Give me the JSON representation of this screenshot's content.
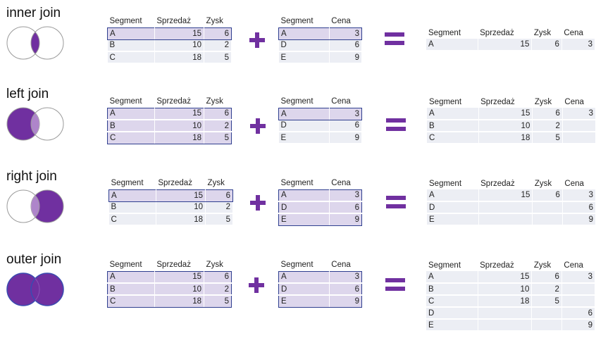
{
  "joins": [
    {
      "title": "inner join",
      "result": {
        "headers": [
          "Segment",
          "Sprzedaż",
          "Zysk",
          "Cena"
        ],
        "rows": [
          [
            "A",
            "15",
            "6",
            "3"
          ]
        ]
      }
    },
    {
      "title": "left join",
      "result": {
        "headers": [
          "Segment",
          "Sprzedaż",
          "Zysk",
          "Cena"
        ],
        "rows": [
          [
            "A",
            "15",
            "6",
            "3"
          ],
          [
            "B",
            "10",
            "2",
            ""
          ],
          [
            "C",
            "18",
            "5",
            ""
          ]
        ]
      }
    },
    {
      "title": "right join",
      "result": {
        "headers": [
          "Segment",
          "Sprzedaż",
          "Zysk",
          "Cena"
        ],
        "rows": [
          [
            "A",
            "15",
            "6",
            "3"
          ],
          [
            "D",
            "",
            "",
            "6"
          ],
          [
            "E",
            "",
            "",
            "9"
          ]
        ]
      }
    },
    {
      "title": "outer join",
      "result": {
        "headers": [
          "Segment",
          "Sprzedaż",
          "Zysk",
          "Cena"
        ],
        "rows": [
          [
            "A",
            "15",
            "6",
            "3"
          ],
          [
            "B",
            "10",
            "2",
            ""
          ],
          [
            "C",
            "18",
            "5",
            ""
          ],
          [
            "D",
            "",
            "",
            "6"
          ],
          [
            "E",
            "",
            "",
            "9"
          ]
        ]
      }
    }
  ],
  "left_table": {
    "headers": [
      "Segment",
      "Sprzedaż",
      "Zysk"
    ],
    "rows": [
      [
        "A",
        "15",
        "6"
      ],
      [
        "B",
        "10",
        "2"
      ],
      [
        "C",
        "18",
        "5"
      ]
    ]
  },
  "right_table": {
    "headers": [
      "Segment",
      "Cena"
    ],
    "rows": [
      [
        "A",
        "3"
      ],
      [
        "D",
        "6"
      ],
      [
        "E",
        "9"
      ]
    ]
  },
  "colors": {
    "accent": "#7030a0",
    "venn_light": "#c9a9dc",
    "venn_outline": "#9a9a9a",
    "highlight": "#ddd6ec",
    "cell": "#eceef4",
    "box": "#2f3f8f"
  }
}
